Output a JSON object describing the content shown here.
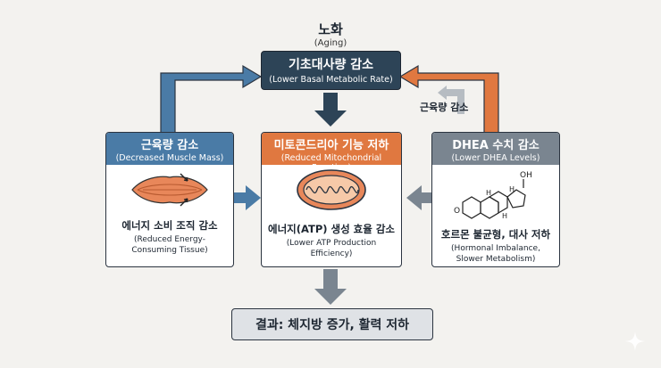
{
  "top": {
    "title": "노화",
    "subtitle": "(Aging)"
  },
  "bmr": {
    "title": "기초대사량 감소",
    "subtitle": "(Lower Basal Metabolic Rate)"
  },
  "muscle": {
    "title": "근육량 감소",
    "subtitle": "(Decreased Muscle Mass)",
    "desc": "에너지 소비 조직 감소",
    "desc_en": "(Reduced Energy-Consuming Tissue)"
  },
  "mito": {
    "title": "미토콘드리아 기능 저하",
    "subtitle": "(Reduced Mitochondrial Function)",
    "desc": "에너지(ATP) 생성 효율 감소",
    "desc_en": "(Lower ATP Production Efficiency)"
  },
  "dhea": {
    "title": "DHEA 수치 감소",
    "subtitle": "(Lower DHEA Levels)",
    "desc": "호르몬 불균형, 대사 저하",
    "desc_en": "(Hormonal Imbalance, Slower Metabolism)",
    "molecule_oh": "OH",
    "molecule_h": "H",
    "molecule_o": "O"
  },
  "side_label": "근육량 감소",
  "result": {
    "text": "결과: 체지방 증가, 활력 저하"
  },
  "colors": {
    "navy": "#2d4457",
    "blue": "#4a7ba6",
    "orange": "#e07840",
    "gray": "#7a8590",
    "light_gray": "#b6bcc2"
  }
}
